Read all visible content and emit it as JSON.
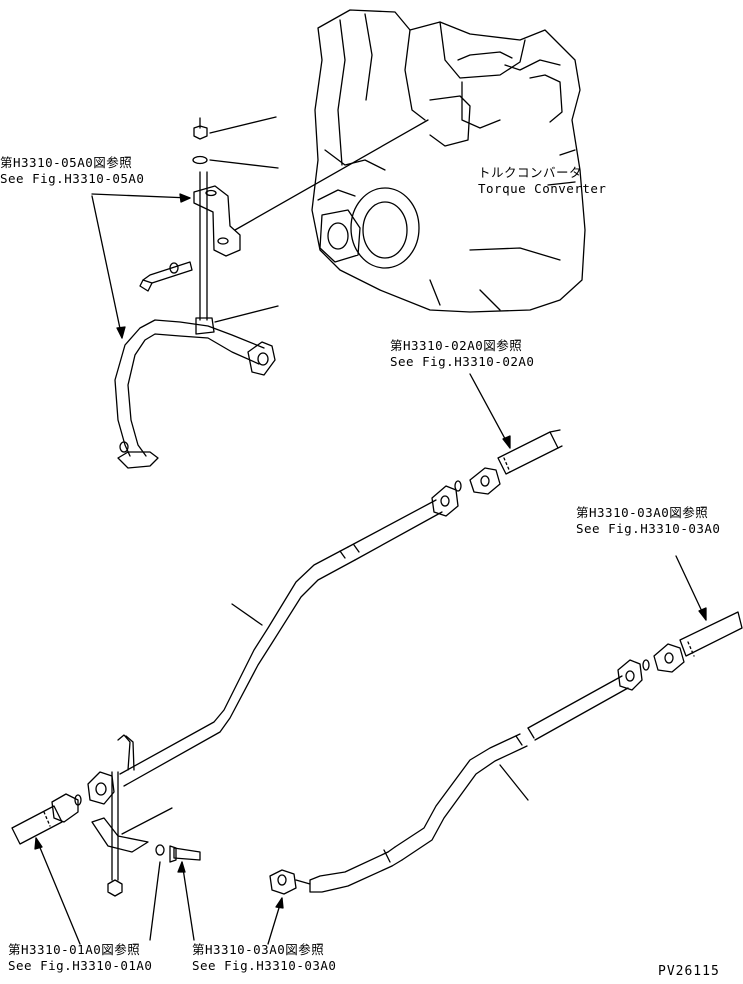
{
  "component_label": {
    "jp": "トルクコンバータ",
    "en": "Torque Converter"
  },
  "refs": [
    {
      "jp": "第H3310-05A0図参照",
      "en": "See Fig.H3310-05A0"
    },
    {
      "jp": "第H3310-02A0図参照",
      "en": "See Fig.H3310-02A0"
    },
    {
      "jp": "第H3310-03A0図参照",
      "en": "See Fig.H3310-03A0"
    },
    {
      "jp": "第H3310-01A0図参照",
      "en": "See Fig.H3310-01A0"
    },
    {
      "jp": "第H3310-03A0図参照",
      "en": "See Fig.H3310-03A0"
    }
  ],
  "drawing_code": "PV26115",
  "line_color": "#000000"
}
